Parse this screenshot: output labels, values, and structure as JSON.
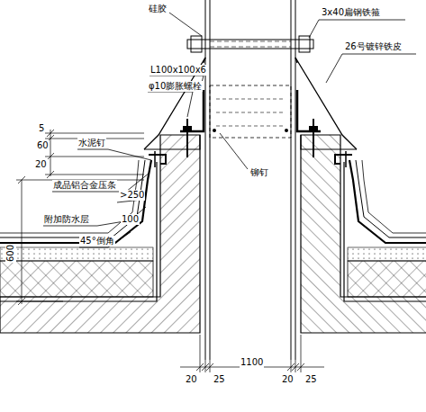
{
  "diagram": {
    "labels": [
      "硅胶",
      "3x40扁钢铁箍",
      "26号镀锌铁皮",
      "L100x100x6",
      "φ10膨胀螺栓",
      "5",
      "60",
      "20",
      "水泥钉",
      "成品铝合金压条",
      "附加防水层",
      ">250",
      "100",
      "45°倒角",
      "600",
      "铆钉",
      "20",
      "25",
      "1100",
      "20",
      "25"
    ]
  }
}
